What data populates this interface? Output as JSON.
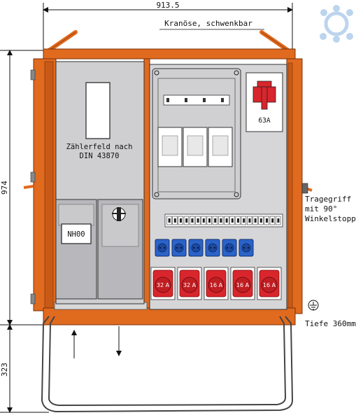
{
  "dimensions": {
    "width_label": "913.5",
    "height_label": "974",
    "stand_label": "323"
  },
  "annotations": {
    "crane_eye": "Kranöse, schwenkbar",
    "meter_field_line1": "Zählerfeld nach",
    "meter_field_line2": "DIN 43870",
    "handle_line1": "Tragegriff",
    "handle_line2": "mit 90°",
    "handle_line3": "Winkelstopp",
    "depth": "Tiefe 360mm",
    "fuse_label": "NH00",
    "main_switch": "63A"
  },
  "sockets": [
    {
      "rating": "32 A"
    },
    {
      "rating": "32 A"
    },
    {
      "rating": "16 A"
    },
    {
      "rating": "16 A"
    },
    {
      "rating": "16 A"
    }
  ],
  "schuko_count": 6,
  "breaker_module_count": 20,
  "colors": {
    "housing_orange": "#e06a1e",
    "panel_gray": "#cfcfd2",
    "cee_red": "#d8262c",
    "schuko_blue": "#2a63c9",
    "logo_blue": "#bcd4ee"
  },
  "icons": {
    "logo": "water-drop-network-icon",
    "ground": "ground-symbol-icon",
    "arrow_in": "arrow-up-icon",
    "arrow_out": "arrow-down-icon"
  }
}
